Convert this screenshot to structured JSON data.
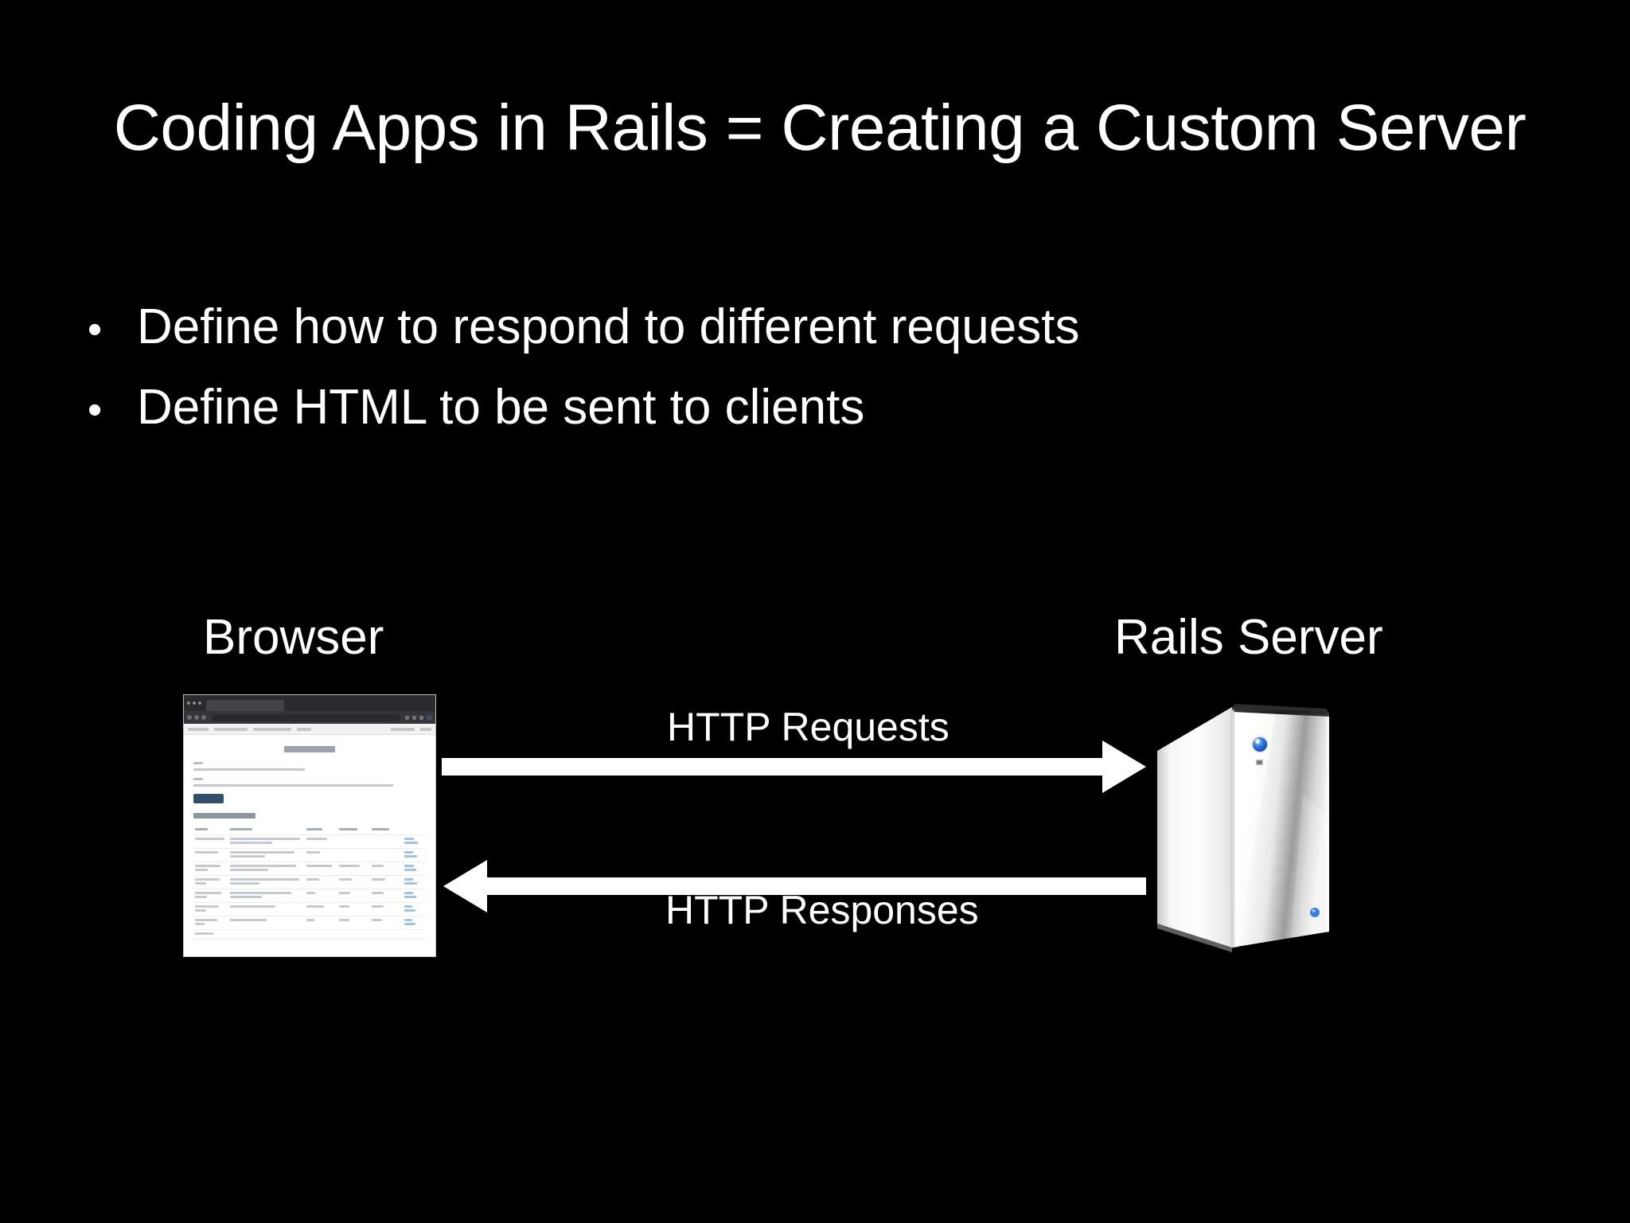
{
  "slide": {
    "background_color": "#000000",
    "text_color": "#ffffff",
    "title": "Coding Apps in Rails = Creating a Custom Server"
  },
  "bullets": [
    {
      "marker": "•",
      "text": "Define how to respond to different requests"
    },
    {
      "marker": "•",
      "text": "Define HTML to be sent to clients"
    }
  ],
  "diagram": {
    "nodes": [
      {
        "id": "browser",
        "label": "Browser",
        "icon": "browser-window-screenshot"
      },
      {
        "id": "server",
        "label": "Rails Server",
        "icon": "server-tower"
      }
    ],
    "arrows": [
      {
        "id": "requests",
        "label": "HTTP Requests",
        "direction": "right",
        "from": "browser",
        "to": "server",
        "color": "#ffffff"
      },
      {
        "id": "responses",
        "label": "HTTP Responses",
        "direction": "left",
        "from": "server",
        "to": "browser",
        "color": "#ffffff"
      }
    ]
  },
  "browser_thumbnail": {
    "chrome_color": "#2b2b2e",
    "page_background": "#ffffff",
    "accent_button_color": "#32506e",
    "link_color": "#9fc2e5",
    "table_columns": 6,
    "table_rows": 8
  },
  "server_tower": {
    "body_color": "#f2f2f2",
    "shade_color": "#d7d7d7",
    "led_color": "#1f5fd0",
    "secondary_led_color": "#2a6fe0"
  }
}
